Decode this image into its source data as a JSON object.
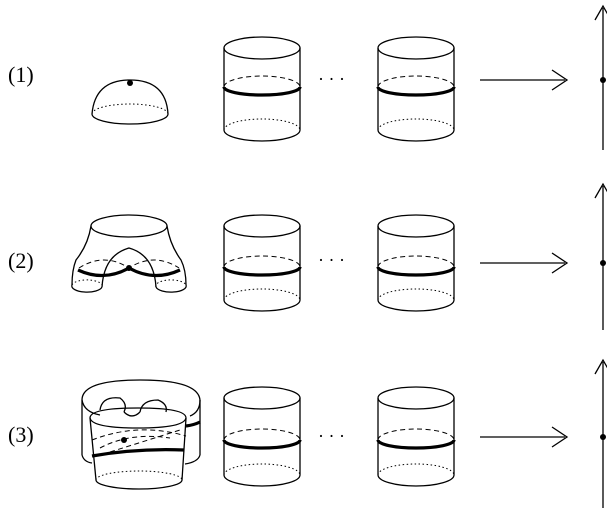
{
  "rows": [
    {
      "label": "(1)",
      "ellipsis": "· · ·"
    },
    {
      "label": "(2)",
      "ellipsis": "· · ·"
    },
    {
      "label": "(3)",
      "ellipsis": "· · ·"
    }
  ],
  "colors": {
    "stroke": "#000000",
    "background": "#ffffff"
  }
}
